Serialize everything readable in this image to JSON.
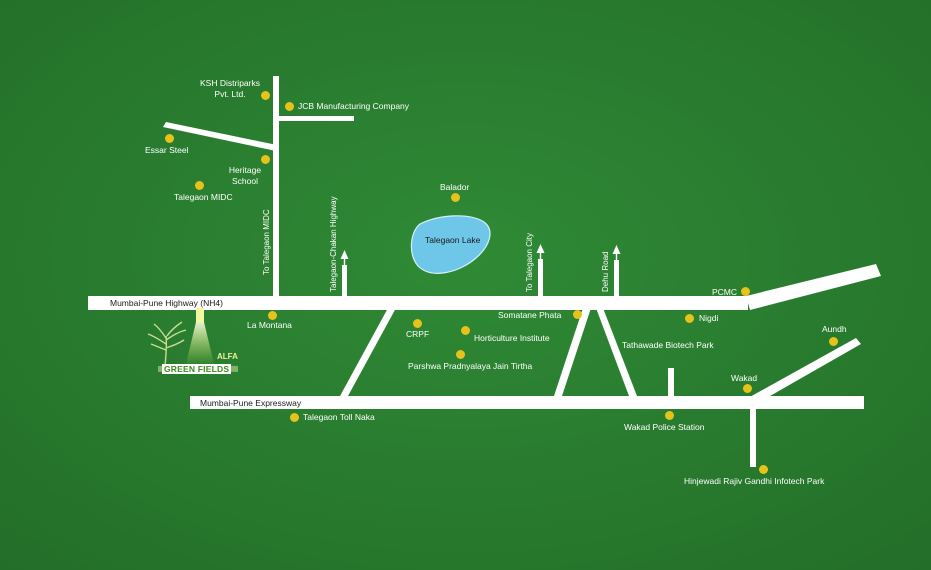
{
  "colors": {
    "background": "#2b7f31",
    "road": "#ffffff",
    "marker": "#e7c21a",
    "lake": "#6ec6e8",
    "text": "#ffffff",
    "road_label": "#1a1a1a",
    "brand_green": "#3d8a1e"
  },
  "roads": {
    "highway": "Mumbai-Pune Highway (NH4)",
    "expressway": "Mumbai-Pune Expressway",
    "to_talegaon_midc": "To Talegaon MIDC",
    "talegaon_chakan": "Talegaon-Chakan Highway",
    "to_talegaon_city": "To Talegaon City",
    "dehu_road": "Dehu Road"
  },
  "lake": {
    "label": "Talegaon Lake"
  },
  "places": {
    "ksh_line1": "KSH Distriparks",
    "ksh_line2": "Pvt. Ltd.",
    "jcb": "JCB Manufacturing Company",
    "essar": "Essar Steel",
    "heritage_line1": "Heritage",
    "heritage_line2": "School",
    "talegaon_midc": "Talegaon MIDC",
    "balador": "Balador",
    "pcmc": "PCMC",
    "la_montana": "La Montana",
    "crpf": "CRPF",
    "somatane": "Somatane Phata",
    "horticulture": "Horticulture Institute",
    "parshwa": "Parshwa Pradnyalaya Jain Tirtha",
    "nigdi": "Nigdi",
    "aundh": "Aundh",
    "tathawade": "Tathawade Biotech Park",
    "wakad": "Wakad",
    "toll_naka": "Talegaon Toll Naka",
    "wakad_police": "Wakad Police Station",
    "hinjewadi": "Hinjewadi Rajiv Gandhi Infotech Park"
  },
  "brand": {
    "line1": "ALFA",
    "line2": "GREEN FIELDS",
    "tree": "tree-logo"
  }
}
